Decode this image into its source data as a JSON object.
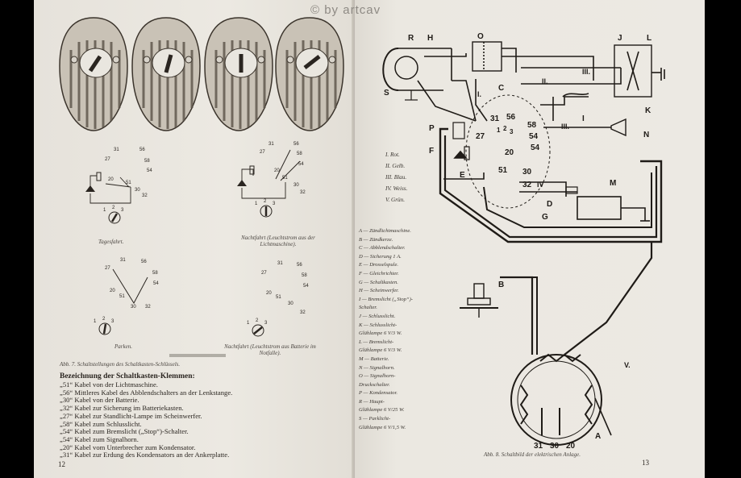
{
  "watermark": "© by artcav",
  "left_page": {
    "switch_label": "Abb. 7. Schaltstellungen des Schaltkasten-Schlüssels.",
    "positions": [
      {
        "caption": "Tagesfahrt."
      },
      {
        "caption": "Nachtfahrt (Leuchtstrom aus der Lichtmaschine)."
      },
      {
        "caption": "Parken."
      },
      {
        "caption": "Nachtfahrt (Leuchtstrom aus Batterie im Notfalle)."
      }
    ],
    "terminal_numbers": [
      "31",
      "56",
      "58",
      "54",
      "27",
      "20",
      "51",
      "30",
      "32"
    ],
    "key_numbers": [
      "1",
      "2",
      "3"
    ],
    "legend_title": "Bezeichnung der Schaltkasten-Klemmen:",
    "legend": [
      "„51“ Kabel von der Lichtmaschine.",
      "„56“ Mittleres Kabel des Abblendschalters an der Lenkstange.",
      "„30“ Kabel von der Batterie.",
      "„32“ Kabel zur Sicherung im Batteriekasten.",
      "„27“ Kabel zur Standlicht-Lampe im Scheinwerfer.",
      "„58“ Kabel zum Schlusslicht.",
      "„54“ Kabel zum Bremslicht („Stop“)-Schalter.",
      "„54“ Kabel zum Signalhorn.",
      "„20“ Kabel vom Unterbrecher zum Kondensator.",
      "„31“ Kabel zur Erdung des Kondensators an der Ankerplatte."
    ],
    "page_number": "12"
  },
  "right_page": {
    "cable_colors": [
      "I. Rot.",
      "II. Gelb.",
      "III. Blau.",
      "IV. Weiss.",
      "V. Grün."
    ],
    "key": [
      "A — Zündlichtmaschine.",
      "B — Zündkerze.",
      "C — Abblendschalter.",
      "D — Sicherung 1 A.",
      "E — Drosselspule.",
      "F — Gleichrichter.",
      "G — Schaltkasten.",
      "H — Scheinwerfer.",
      "I — Bremslicht („Stop“)-",
      "      Schalter.",
      "J — Schlusslicht.",
      "K — Schlusslicht-",
      "      Glühlampe 6 V/3 W.",
      "L — Bremslicht-",
      "      Glühlampe 6 V/3 W.",
      "M — Batterie.",
      "N — Signalhorn.",
      "O — Signalhorn-",
      "      Druckschalter.",
      "P — Kondensator.",
      "R — Haupt-",
      "      Glühlampe 6 V/25 W.",
      "S — Parklicht-",
      "      Glühlampe 6 V/1,5 W."
    ],
    "diagram_letters": [
      "R",
      "H",
      "O",
      "J",
      "L",
      "K",
      "C",
      "S",
      "I",
      "N",
      "P",
      "F",
      "E",
      "M",
      "D",
      "G",
      "B",
      "A"
    ],
    "roman_labels": [
      "I.",
      "II.",
      "III.",
      "III.",
      "IV",
      "V."
    ],
    "box_numbers": [
      "31",
      "56",
      "58",
      "54",
      "54",
      "27",
      "20",
      "51",
      "30",
      "32"
    ],
    "key_digits": [
      "1",
      "2",
      "3"
    ],
    "bottom_numbers": [
      "31",
      "30",
      "20"
    ],
    "figure_caption": "Abb. 8. Schaltbild der elektrischen Anlage.",
    "page_number": "13"
  }
}
